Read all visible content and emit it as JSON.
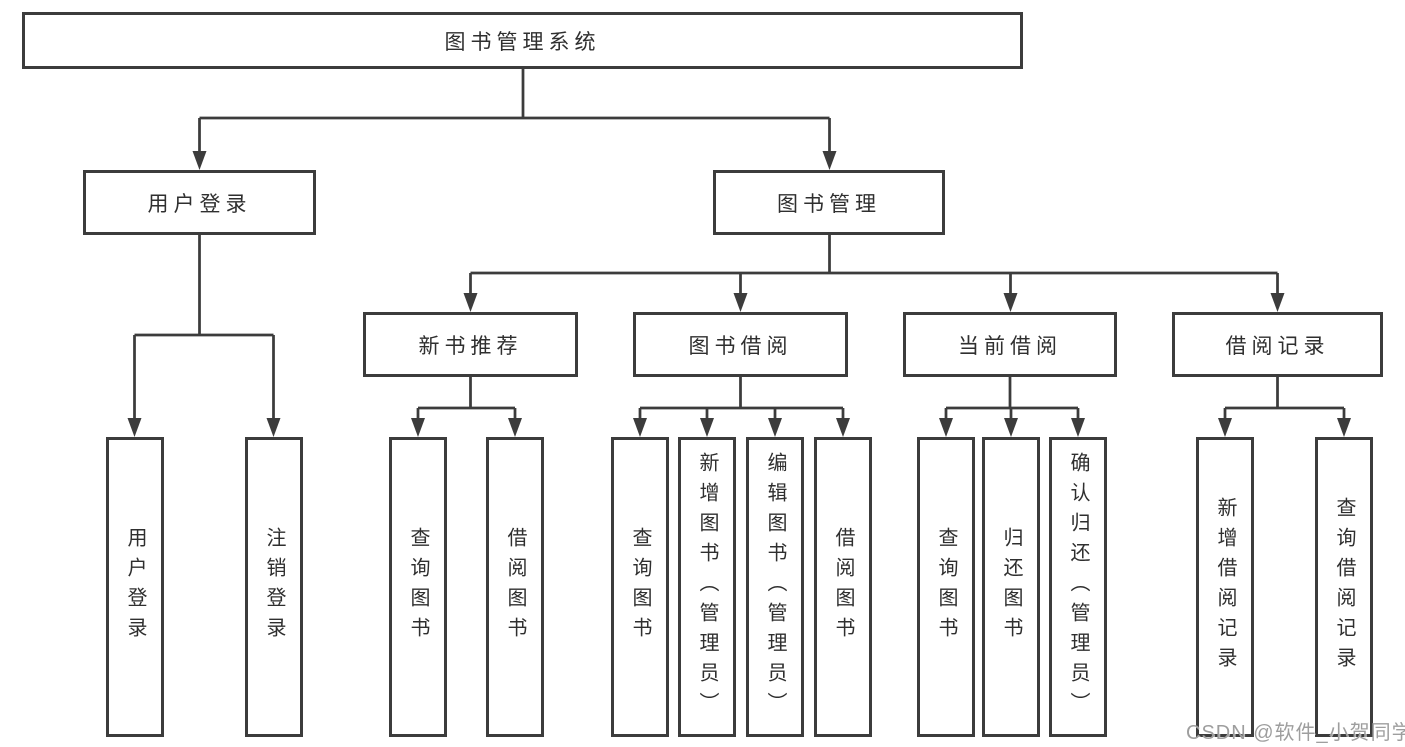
{
  "diagram": {
    "root": {
      "label": "图书管理系统"
    },
    "level2": [
      {
        "label": "用户登录"
      },
      {
        "label": "图书管理"
      }
    ],
    "level3": [
      {
        "label": "新书推荐"
      },
      {
        "label": "图书借阅"
      },
      {
        "label": "当前借阅"
      },
      {
        "label": "借阅记录"
      }
    ],
    "leaves": [
      {
        "label": "用户登录",
        "parent": "用户登录"
      },
      {
        "label": "注销登录",
        "parent": "用户登录"
      },
      {
        "label": "查询图书",
        "parent": "新书推荐"
      },
      {
        "label": "借阅图书",
        "parent": "新书推荐"
      },
      {
        "label": "查询图书",
        "parent": "图书借阅"
      },
      {
        "label": "新增图书（管理员）",
        "parent": "图书借阅"
      },
      {
        "label": "编辑图书（管理员）",
        "parent": "图书借阅"
      },
      {
        "label": "借阅图书",
        "parent": "图书借阅"
      },
      {
        "label": "查询图书",
        "parent": "当前借阅"
      },
      {
        "label": "归还图书",
        "parent": "当前借阅"
      },
      {
        "label": "确认归还（管理员）",
        "parent": "当前借阅"
      },
      {
        "label": "新增借阅记录",
        "parent": "借阅记录"
      },
      {
        "label": "查询借阅记录",
        "parent": "借阅记录"
      }
    ]
  },
  "watermark": {
    "text": "CSDN @软件_小贺同学",
    "color": "#9e9e9e"
  },
  "colors": {
    "background": "#ffffff",
    "line": "#3c3c3c",
    "box_border": "#3c3c3c",
    "text": "#2f2f2f"
  }
}
